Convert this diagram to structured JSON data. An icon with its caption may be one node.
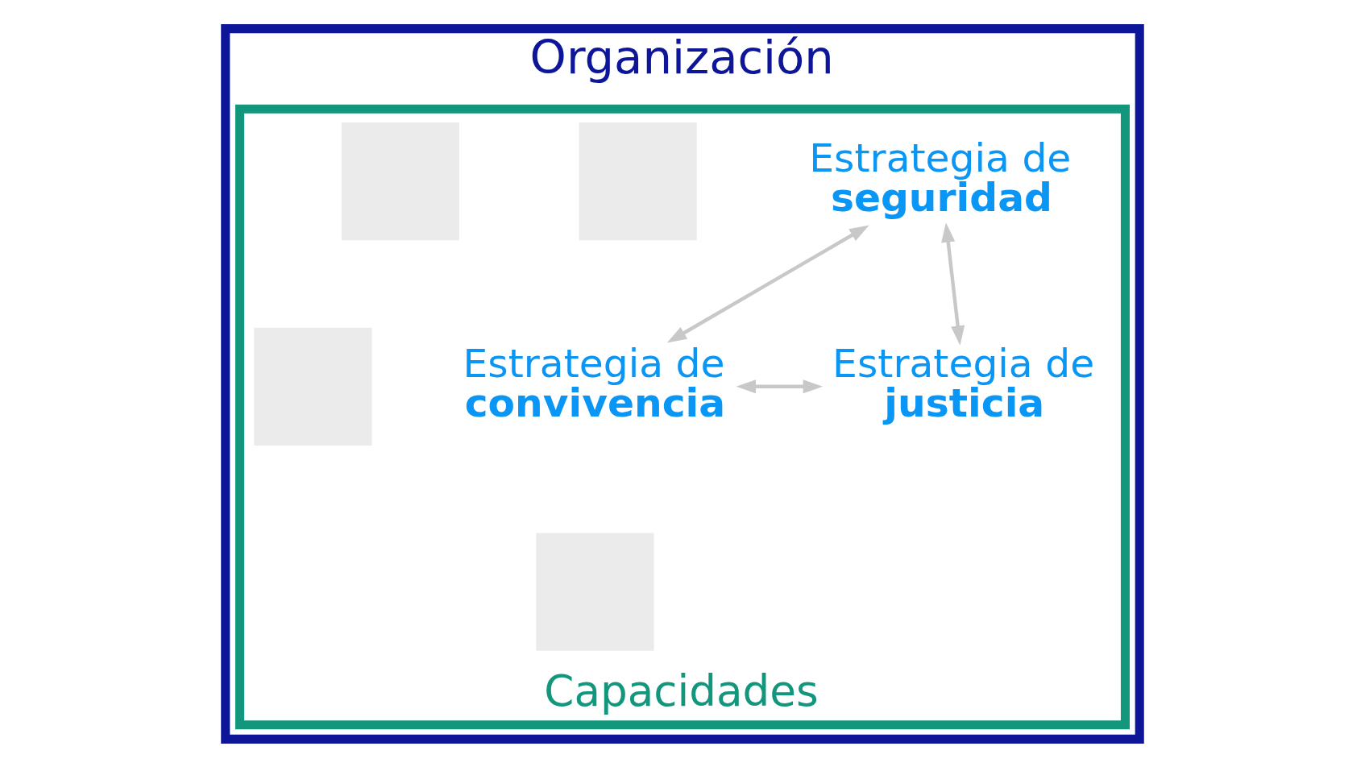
{
  "diagram": {
    "nodes": [
      {
        "text": [
          "Organización"
        ]
      },
      {
        "text": [
          "Capacidades"
        ],
        "in": 0
      },
      {
        "text": [
          "Estrategia de **seguridad**"
        ],
        "in": 1
      },
      {
        "text": [
          "Estrategia de **convivencia**"
        ],
        "in": 1
      },
      {
        "text": [
          "Estrategia de **justicia**"
        ],
        "in": 1
      },
      {
        "text": [],
        "shape": "box",
        "in": 1
      },
      {
        "text": [],
        "shape": "box",
        "in": 1
      },
      {
        "text": [],
        "shape": "box",
        "in": 1
      },
      {
        "text": [],
        "shape": "box",
        "in": 1
      }
    ],
    "edges": [
      {
        "from": 2,
        "to": 3,
        "arrow": "both"
      },
      {
        "from": 2,
        "to": 4,
        "arrow": "both"
      },
      {
        "from": 3,
        "to": 4,
        "arrow": "both"
      }
    ]
  }
}
